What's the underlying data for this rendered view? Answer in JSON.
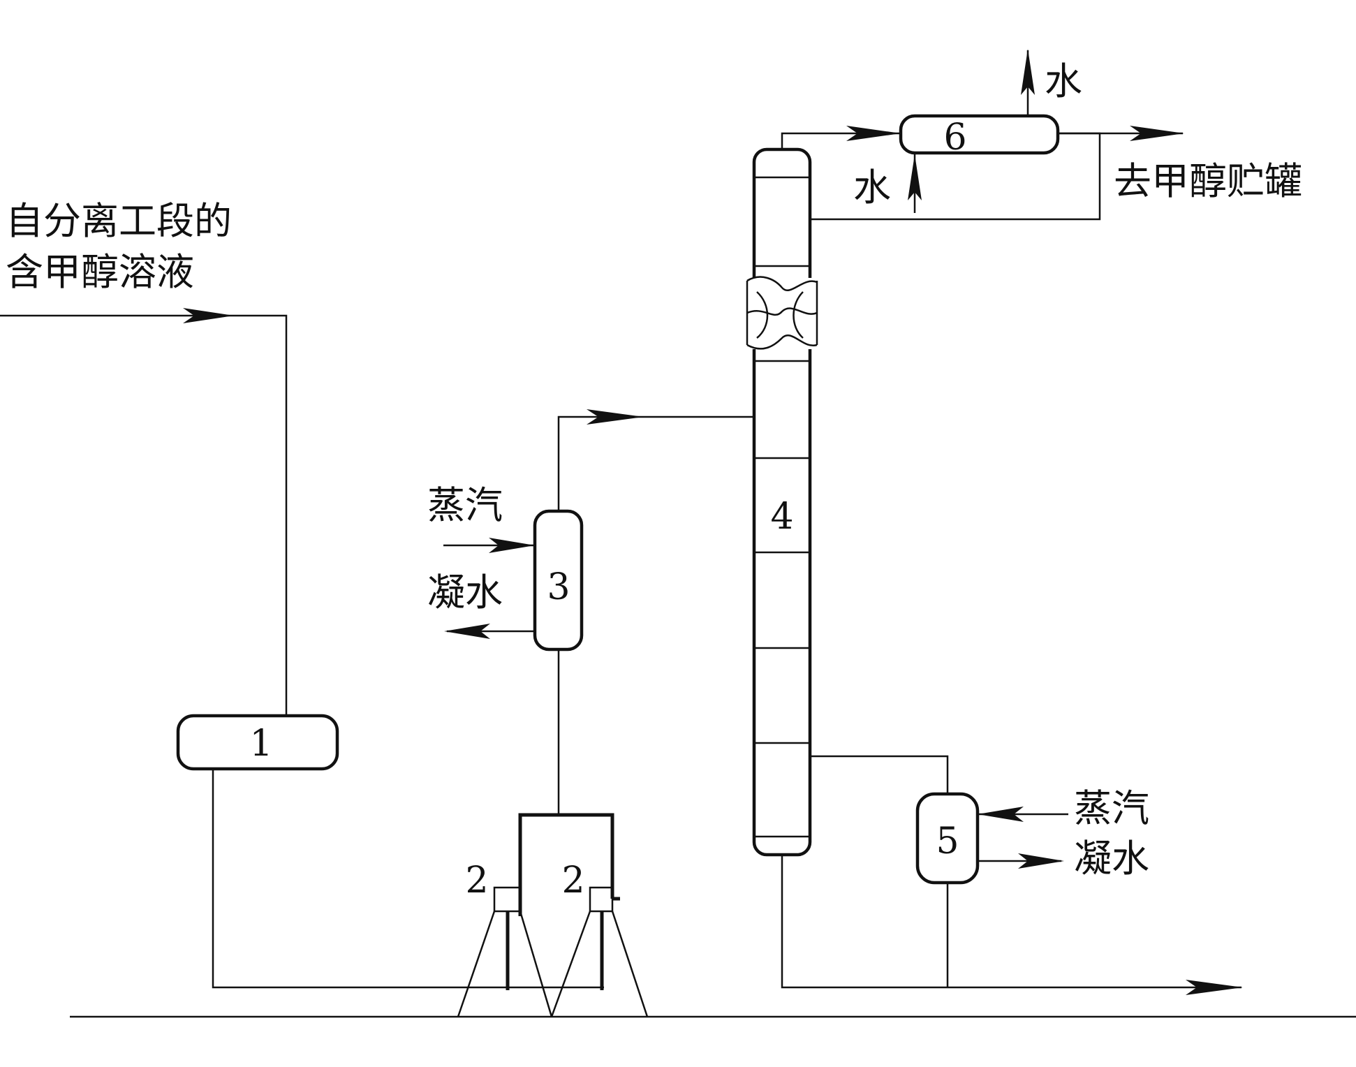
{
  "feed_label": [
    "自分离工段的",
    "含甲醇溶液"
  ],
  "equipment_numbers": {
    "tank_1": "1",
    "pump_left": "2",
    "pump_right": "2",
    "preheater_3": "3",
    "column_4": "4",
    "reboiler_5": "5",
    "condenser_6": "6"
  },
  "preheater_labels": {
    "steam": "蒸汽",
    "condensate": "凝水"
  },
  "reboiler_labels": {
    "steam": "蒸汽",
    "condensate": "凝水"
  },
  "condenser_labels": {
    "water_out": "水",
    "water_in": "水"
  },
  "product_label": "去甲醇贮罐"
}
